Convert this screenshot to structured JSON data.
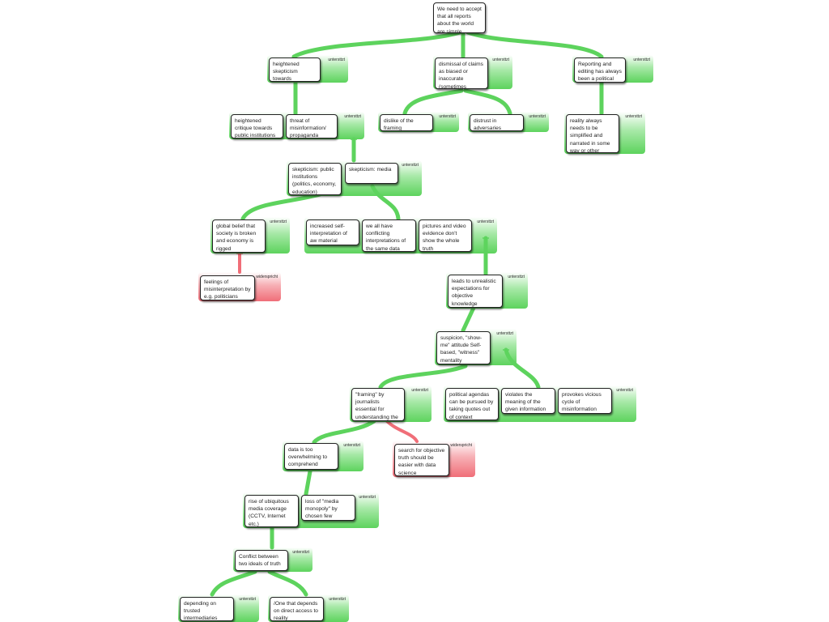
{
  "tags": {
    "green": "untersttzt",
    "red": "widerspricht"
  },
  "nodes": {
    "root": "We need to accept that all reports about the world are simple framings",
    "heightened_skepticism": "heightened skepticism towards establishments",
    "dismissal_claims": "dismissal of claims as biased or inaccurate (sometimes biased)",
    "reporting_political": "Reporting and editing has always been a political act",
    "heightened_critique": "heightened critique towards public institutions",
    "threat_misinformation": "threat of misinformation/ propaganda",
    "dislike_framing": "dislike of the framing",
    "distrust_adversaries": "distrust in adversaries",
    "reality_simplified": "reality always needs to be simplified and narrated in some way or other",
    "skepticism_public": "skepticism: public institutions (politics, economy, education)",
    "skepticism_media": "skepticism: media",
    "global_belief": "global belief that society is broken and economy is rigged",
    "increased_self": "increased self-interpretation of aw material",
    "conflicting_interpretations": "we all have conflicting interpretations of the same data",
    "pictures_video": "pictures and video evidence don't show the whole truth",
    "feelings_misinterpretation": "feelings of misinterpretation by e.g. politicians",
    "unrealistic_expectations": "leads to unrealistic expectations for objective knowledge",
    "suspicion": "suspicion, \"show-me\" attitude Self-based, \"witness\" mentality",
    "framing_essential": "\"framing\" by journalists essential for understanding the information",
    "political_agendas": "political agendas can be pursued by taking quotes out of context (nutpicking)",
    "violates_meaning": "violates the meaning of the given information",
    "vicious_cycle": "provokes vicious cycle of misinformation",
    "data_overwhelming": "data is too overwhelming to comprehend",
    "objective_truth": "search for objective truth should be easier with data science",
    "ubiquitous_media": "rise of ubiquitous media coverage (CCTV, Internet etc.)",
    "loss_monopoly": "loss of \"media monopoly\" by chosen few",
    "conflict_ideals": "Conflict between two ideals of truth",
    "depending_intermediaries": "depending on trusted intermediaries",
    "direct_access": "/One that depends on direct access to reality"
  },
  "colors": {
    "support": "#5dd35d",
    "contradict": "#f06e78",
    "node_border": "#222222"
  }
}
